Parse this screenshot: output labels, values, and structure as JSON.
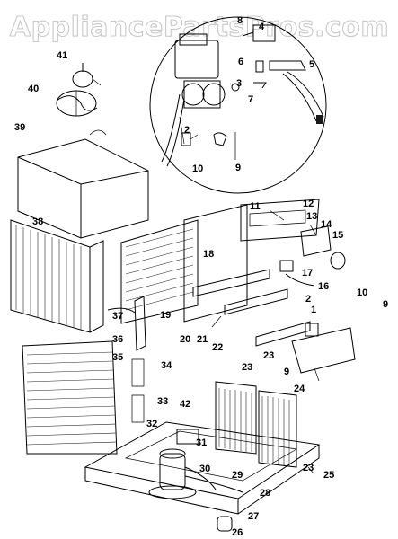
{
  "watermark": "AppliancePartsPros.com",
  "parts": [
    {
      "num": "1"
    },
    {
      "num": "2"
    },
    {
      "num": "3"
    },
    {
      "num": "4"
    },
    {
      "num": "5"
    },
    {
      "num": "6"
    },
    {
      "num": "7"
    },
    {
      "num": "8"
    },
    {
      "num": "9"
    },
    {
      "num": "10"
    },
    {
      "num": "11"
    },
    {
      "num": "12"
    },
    {
      "num": "13"
    },
    {
      "num": "14"
    },
    {
      "num": "15"
    },
    {
      "num": "16"
    },
    {
      "num": "17"
    },
    {
      "num": "18"
    },
    {
      "num": "19"
    },
    {
      "num": "20"
    },
    {
      "num": "21"
    },
    {
      "num": "22"
    },
    {
      "num": "23"
    },
    {
      "num": "24"
    },
    {
      "num": "25"
    },
    {
      "num": "26"
    },
    {
      "num": "27"
    },
    {
      "num": "28"
    },
    {
      "num": "29"
    },
    {
      "num": "30"
    },
    {
      "num": "31"
    },
    {
      "num": "32"
    },
    {
      "num": "33"
    },
    {
      "num": "34"
    },
    {
      "num": "35"
    },
    {
      "num": "36"
    },
    {
      "num": "37"
    },
    {
      "num": "38"
    },
    {
      "num": "39"
    },
    {
      "num": "40"
    },
    {
      "num": "41"
    },
    {
      "num": "42"
    }
  ]
}
